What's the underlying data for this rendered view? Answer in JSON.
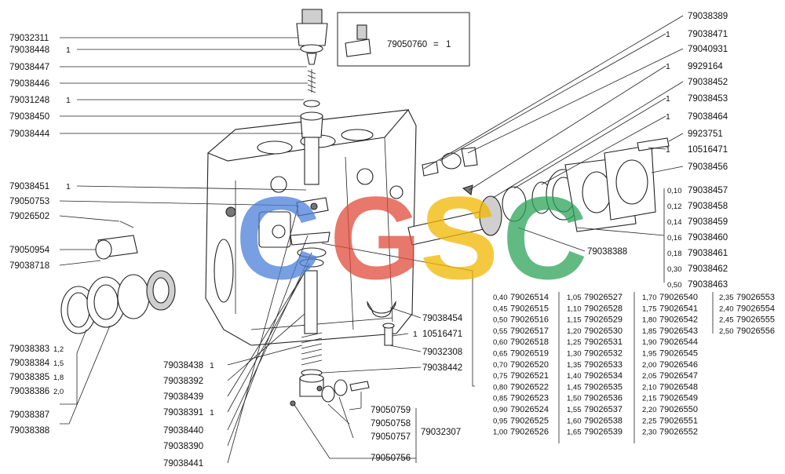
{
  "left_labels": [
    {
      "code": "79032311",
      "qty": ""
    },
    {
      "code": "79038448",
      "qty": "1"
    },
    {
      "code": "79038447",
      "qty": ""
    },
    {
      "code": "79038446",
      "qty": ""
    },
    {
      "code": "79031248",
      "qty": "1"
    },
    {
      "code": "79038450",
      "qty": ""
    },
    {
      "code": "79038444",
      "qty": ""
    },
    {
      "code": "79038451",
      "qty": "1"
    },
    {
      "code": "79050753",
      "qty": ""
    },
    {
      "code": "79026502",
      "qty": ""
    },
    {
      "code": "79050954",
      "qty": ""
    },
    {
      "code": "79038718",
      "qty": ""
    }
  ],
  "shim_group_left": [
    {
      "code": "79038383",
      "thickness": "1,2"
    },
    {
      "code": "79038384",
      "thickness": "1,5"
    },
    {
      "code": "79038385",
      "thickness": "1,8"
    },
    {
      "code": "79038386",
      "thickness": "2,0"
    }
  ],
  "left_bottom": [
    "79038387",
    "79038388"
  ],
  "center_labels": [
    {
      "code": "79038438",
      "qty": "1"
    },
    {
      "code": "79038392",
      "qty": ""
    },
    {
      "code": "79038439",
      "qty": ""
    },
    {
      "code": "79038391",
      "qty": "1"
    },
    {
      "code": "79038440",
      "qty": ""
    },
    {
      "code": "79038390",
      "qty": ""
    },
    {
      "code": "79038441",
      "qty": ""
    }
  ],
  "inset": {
    "code": "79050760",
    "equals": "=",
    "qty": "1"
  },
  "right_labels": [
    {
      "code": "79038389",
      "qty": ""
    },
    {
      "code": "79038471",
      "qty": "1"
    },
    {
      "code": "79040931",
      "qty": ""
    },
    {
      "code": "9929164",
      "qty": "1"
    },
    {
      "code": "79038452",
      "qty": ""
    },
    {
      "code": "79038453",
      "qty": "1"
    },
    {
      "code": "79038464",
      "qty": "1"
    },
    {
      "code": "9923751",
      "qty": ""
    },
    {
      "code": "10516471",
      "qty": "1"
    },
    {
      "code": "79038456",
      "qty": ""
    }
  ],
  "shim_group_right": [
    {
      "thickness": "0,10",
      "code": "79038457"
    },
    {
      "thickness": "0,12",
      "code": "79038458"
    },
    {
      "thickness": "0,14",
      "code": "79038459"
    },
    {
      "thickness": "0,16",
      "code": "79038460"
    },
    {
      "thickness": "0,18",
      "code": "79038461"
    },
    {
      "thickness": "0,30",
      "code": "79038462"
    },
    {
      "thickness": "0,50",
      "code": "79038463"
    }
  ],
  "mid_right": [
    {
      "code": "79038388",
      "qty": ""
    },
    {
      "code": "79038454",
      "qty": ""
    },
    {
      "code": "10516471",
      "qty": "1"
    },
    {
      "code": "79032308",
      "qty": ""
    },
    {
      "code": "79038442",
      "qty": ""
    }
  ],
  "plunger_group": {
    "items": [
      "79050759",
      "79050758",
      "79050757"
    ],
    "group": "79032307",
    "last": "79050756"
  },
  "thickness_table": [
    [
      [
        "0,40",
        "79026514"
      ],
      [
        "0,45",
        "79026515"
      ],
      [
        "0,50",
        "79026516"
      ],
      [
        "0,55",
        "79026517"
      ],
      [
        "0,60",
        "79026518"
      ],
      [
        "0,65",
        "79026519"
      ],
      [
        "0,70",
        "79026520"
      ],
      [
        "0,75",
        "79026521"
      ],
      [
        "0,80",
        "79026522"
      ],
      [
        "0,85",
        "79026523"
      ],
      [
        "0,90",
        "79026524"
      ],
      [
        "0,95",
        "79026525"
      ],
      [
        "1,00",
        "79026526"
      ]
    ],
    [
      [
        "1,05",
        "79026527"
      ],
      [
        "1,10",
        "79026528"
      ],
      [
        "1,15",
        "79026529"
      ],
      [
        "1,20",
        "79026530"
      ],
      [
        "1,25",
        "79026531"
      ],
      [
        "1,30",
        "79026532"
      ],
      [
        "1,35",
        "79026533"
      ],
      [
        "1,40",
        "79026534"
      ],
      [
        "1,45",
        "79026535"
      ],
      [
        "1,50",
        "79026536"
      ],
      [
        "1,55",
        "79026537"
      ],
      [
        "1,60",
        "79026538"
      ],
      [
        "1,65",
        "79026539"
      ]
    ],
    [
      [
        "1,70",
        "79026540"
      ],
      [
        "1,75",
        "79026541"
      ],
      [
        "1,80",
        "79026542"
      ],
      [
        "1,85",
        "79026543"
      ],
      [
        "1,90",
        "79026544"
      ],
      [
        "1,95",
        "79026545"
      ],
      [
        "2,00",
        "79026546"
      ],
      [
        "2,05",
        "79026547"
      ],
      [
        "2,10",
        "79026548"
      ],
      [
        "2,15",
        "79026549"
      ],
      [
        "2,20",
        "79026550"
      ],
      [
        "2,25",
        "79026551"
      ],
      [
        "2,30",
        "79026552"
      ]
    ],
    [
      [
        "2,35",
        "79026553"
      ],
      [
        "2,40",
        "79026554"
      ],
      [
        "2,45",
        "79026555"
      ],
      [
        "2,50",
        "79026556"
      ]
    ]
  ],
  "watermark": {
    "letters": [
      "C",
      "G",
      "S",
      "C"
    ],
    "colors": [
      "#4a7fd8",
      "#e04b3a",
      "#f2b800",
      "#2ea35a"
    ]
  }
}
